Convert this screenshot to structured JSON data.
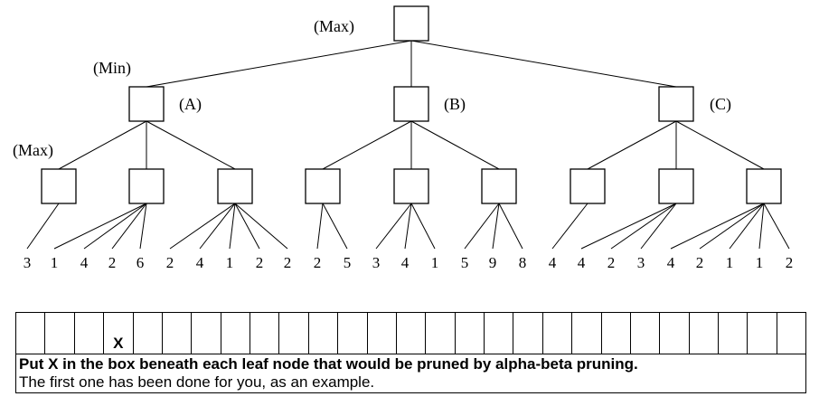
{
  "labels": {
    "root": "(Max)",
    "min_level": "(Min)",
    "max_level": "(Max)",
    "node_a": "(A)",
    "node_b": "(B)",
    "node_c": "(C)"
  },
  "leaves": [
    3,
    1,
    4,
    2,
    6,
    2,
    4,
    1,
    2,
    2,
    2,
    5,
    3,
    4,
    1,
    5,
    9,
    8,
    4,
    4,
    2,
    3,
    4,
    2,
    1,
    1,
    2
  ],
  "leaf_groups": [
    [
      0
    ],
    [
      1,
      2,
      3,
      4
    ],
    [
      5,
      6,
      7,
      8,
      9
    ],
    [
      10,
      11,
      12,
      13
    ],
    [
      14,
      15,
      16,
      17
    ],
    [
      18
    ],
    [
      19,
      20,
      21
    ],
    [
      22,
      23,
      24,
      25,
      26
    ]
  ],
  "answer": {
    "marks": [
      "",
      "",
      "",
      "X",
      "",
      "",
      "",
      "",
      "",
      "",
      "",
      "",
      "",
      "",
      "",
      "",
      "",
      "",
      "",
      "",
      "",
      "",
      "",
      "",
      "",
      "",
      ""
    ],
    "instruction_bold": "Put X in the box beneath each leaf node that would be pruned by alpha-beta pruning.",
    "instruction_plain": "The first one has been done for you, as an example."
  }
}
